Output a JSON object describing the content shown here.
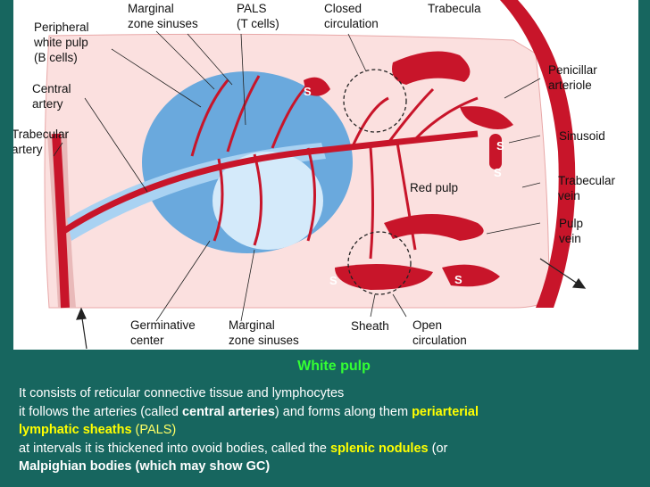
{
  "diagram": {
    "labels": {
      "peripheral_white_pulp": [
        "Peripheral",
        "white pulp",
        "(B cells)"
      ],
      "marginal_zone_top": [
        "Marginal",
        "zone sinuses"
      ],
      "pals": [
        "PALS",
        "(T cells)"
      ],
      "closed_circulation": [
        "Closed",
        "circulation"
      ],
      "trabecula": "Trabecula",
      "central_artery": [
        "Central",
        "artery"
      ],
      "trabecular_artery": [
        "Trabecular",
        "artery"
      ],
      "penicillar_arteriole": [
        "Penicillar",
        "arteriole"
      ],
      "sinusoid": "Sinusoid",
      "trabecular_vein": [
        "Trabecular",
        "vein"
      ],
      "red_pulp": "Red pulp",
      "pulp_vein": [
        "Pulp",
        "vein"
      ],
      "germinative_center": [
        "Germinative",
        "center"
      ],
      "marginal_zone_bottom": [
        "Marginal",
        "zone sinuses"
      ],
      "sheath": "Sheath",
      "open_circulation": [
        "Open",
        "circulation"
      ],
      "sinus_marker": "S"
    },
    "colors": {
      "red_pulp_bg": "#fbe0df",
      "vessel_red": "#c8152a",
      "marginal_blue": "#6aa9dd",
      "pals_blue": "#a9d2f2",
      "germinal_blue": "#d4eafa",
      "frame_bg": "#17665f",
      "title_green": "#33ff33",
      "highlight_yellow": "#ffff00"
    }
  },
  "caption": {
    "title": "White pulp",
    "line1": "It consists of reticular connective tissue and lymphocytes",
    "line2_pre": "it follows the arteries (called ",
    "line2_bold": "central arteries",
    "line2_mid": ") and forms along them ",
    "line2_hl": "periarterial",
    "line3_hl": "lymphatic sheaths",
    "line3_post": " (PALS)",
    "line4_pre": "at intervals it is thickened into ovoid bodies, called the ",
    "line4_hl": "splenic nodules",
    "line4_post": " (or",
    "line5_bold": "Malpighian bodies (which may show GC)"
  }
}
